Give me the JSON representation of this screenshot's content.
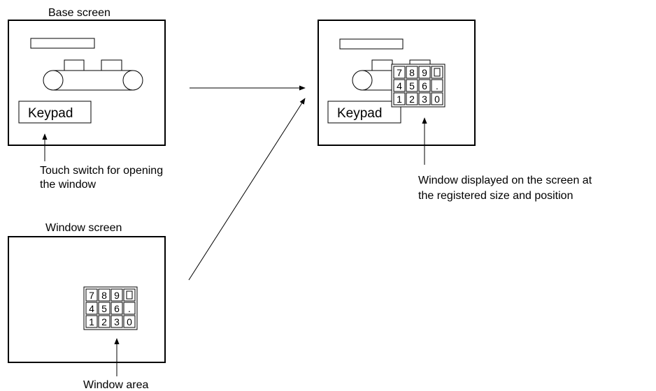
{
  "base_screen": {
    "title": "Base screen",
    "keypad_button": "Keypad",
    "caption_line1": "Touch switch for opening",
    "caption_line2": "the window"
  },
  "result_screen": {
    "keypad_button": "Keypad",
    "caption_line1": "Window displayed on the screen at",
    "caption_line2": "the registered size and position"
  },
  "window_screen": {
    "title": "Window screen",
    "caption": "Window area"
  },
  "keypad_keys": [
    [
      "7",
      "8",
      "9",
      ""
    ],
    [
      "4",
      "5",
      "6",
      "."
    ],
    [
      "1",
      "2",
      "3",
      "0"
    ]
  ]
}
